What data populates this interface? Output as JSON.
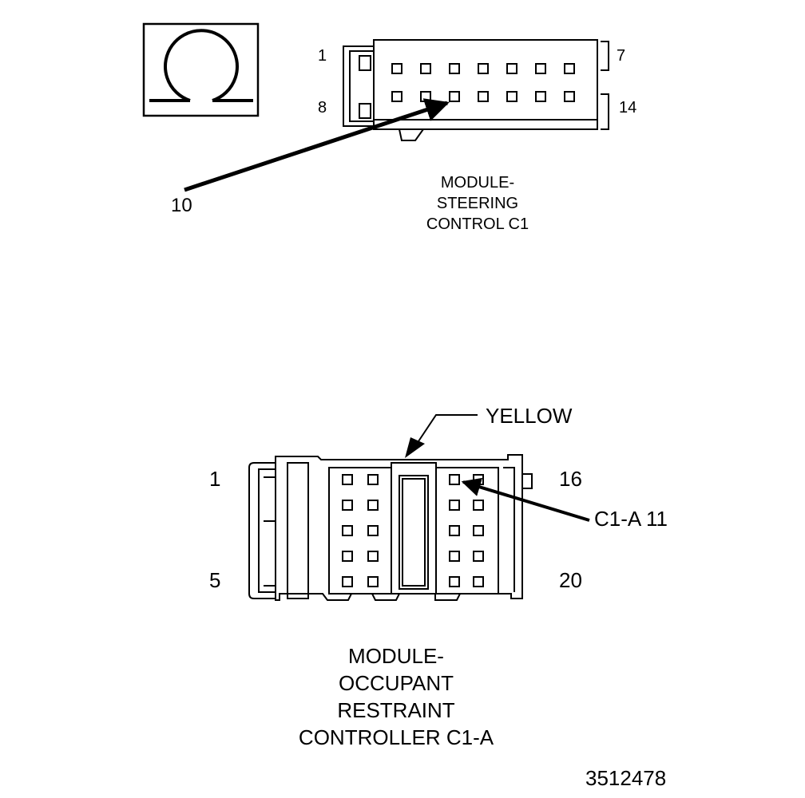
{
  "ohm_symbol": {
    "icon": "ohm-icon"
  },
  "connector_c1": {
    "pin_first_top": "1",
    "pin_last_top": "7",
    "pin_first_bottom": "8",
    "pin_last_bottom": "14",
    "callout_pin": "10",
    "caption_lines": [
      "MODULE-",
      "STEERING",
      "CONTROL C1"
    ]
  },
  "connector_c1a": {
    "color_label": "YELLOW",
    "pin_first_top": "1",
    "pin_last_top": "16",
    "pin_first_bottom": "5",
    "pin_last_bottom": "20",
    "callout_pin": "C1-A 11",
    "caption_lines": [
      "MODULE-",
      "OCCUPANT",
      "RESTRAINT",
      "CONTROLLER C1-A"
    ]
  },
  "figure_id": "3512478"
}
